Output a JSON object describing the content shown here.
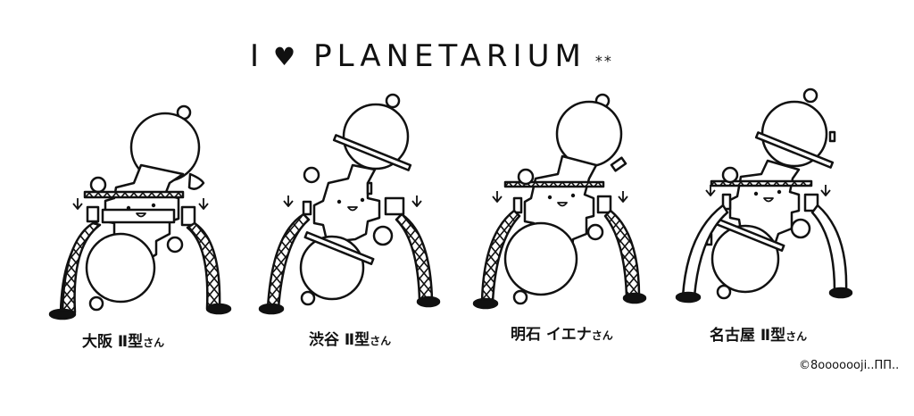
{
  "title": {
    "prefix": "I",
    "heart": "♥",
    "word": "PLANETARIUM",
    "decoration": "⁎⁎"
  },
  "projectors": [
    {
      "name": "大阪",
      "model": "Ⅱ型",
      "suffix": "さん",
      "legs": "truss"
    },
    {
      "name": "渋谷",
      "model": "Ⅱ型",
      "suffix": "さん",
      "legs": "truss"
    },
    {
      "name": "明石",
      "model": "イエナ",
      "suffix": "さん",
      "legs": "truss"
    },
    {
      "name": "名古屋",
      "model": "Ⅱ型",
      "suffix": "さん",
      "legs": "plain"
    }
  ],
  "credit": "©8ooooooji..ΠΠ.."
}
